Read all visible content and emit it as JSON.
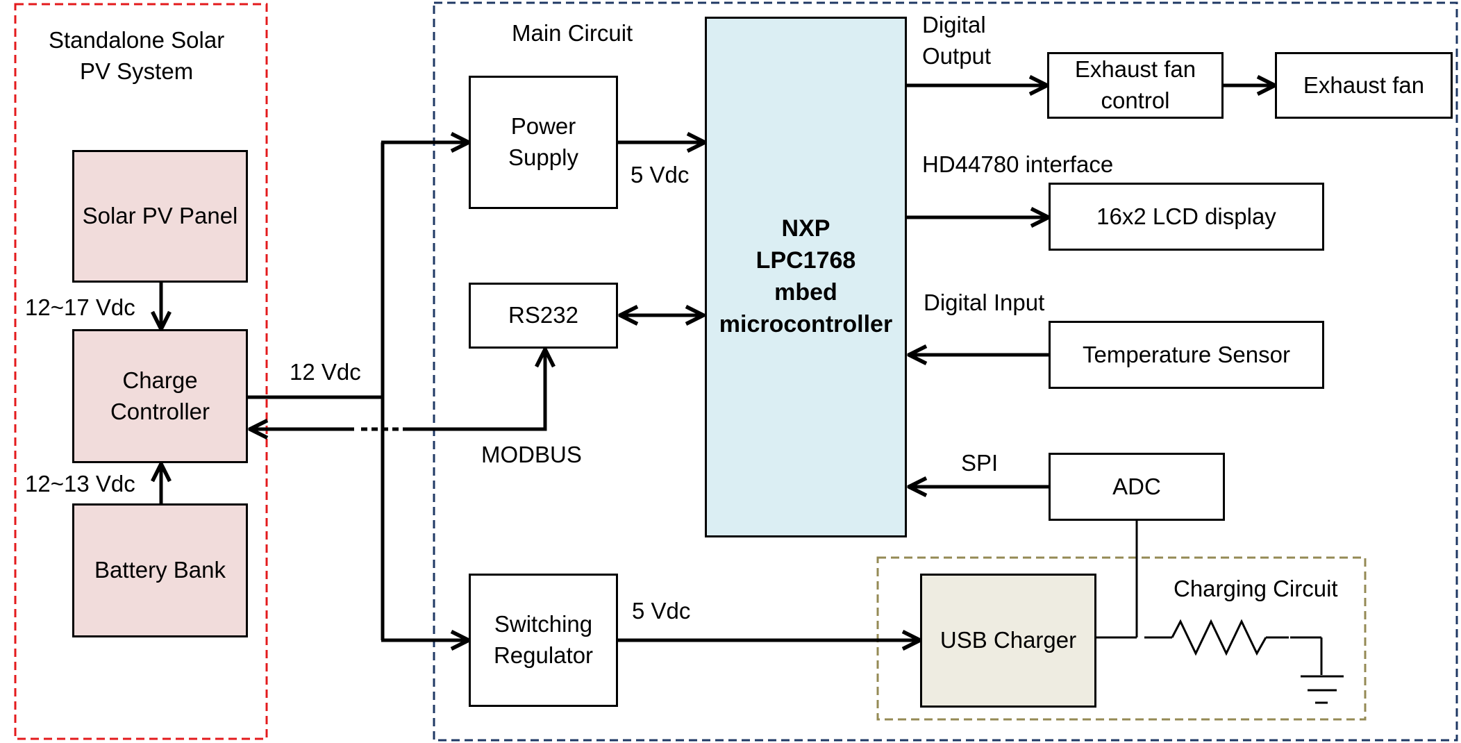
{
  "regions": {
    "standalone_title": "Standalone Solar\nPV System",
    "main_title": "Main Circuit",
    "charging_title": "Charging Circuit"
  },
  "blocks": {
    "solar_panel": "Solar PV Panel",
    "charge_controller": "Charge\nController",
    "battery_bank": "Battery Bank",
    "power_supply": "Power\nSupply",
    "rs232": "RS232",
    "switching_regulator": "Switching\nRegulator",
    "mcu": "NXP\nLPC1768\nmbed\nmicrocontroller",
    "exhaust_fan_control": "Exhaust fan\ncontrol",
    "exhaust_fan": "Exhaust fan",
    "lcd_display": "16x2 LCD display",
    "temperature_sensor": "Temperature Sensor",
    "adc": "ADC",
    "usb_charger": "USB Charger"
  },
  "labels": {
    "v_panel": "12~17 Vdc",
    "v_battery": "12~13 Vdc",
    "v_bus": "12 Vdc",
    "modbus": "MODBUS",
    "v_ps_out": "5 Vdc",
    "v_sr_out": "5 Vdc",
    "digital_output": "Digital\nOutput",
    "hd44780": "HD44780 interface",
    "digital_input": "Digital Input",
    "spi": "SPI"
  },
  "colors": {
    "solar_region_border": "#e31a1c",
    "main_region_border": "#1f3864",
    "charging_region_border": "#948a54",
    "solar_block_fill": "#f1dcdb",
    "mcu_fill": "#dbeef3",
    "usb_fill": "#eeece1"
  }
}
